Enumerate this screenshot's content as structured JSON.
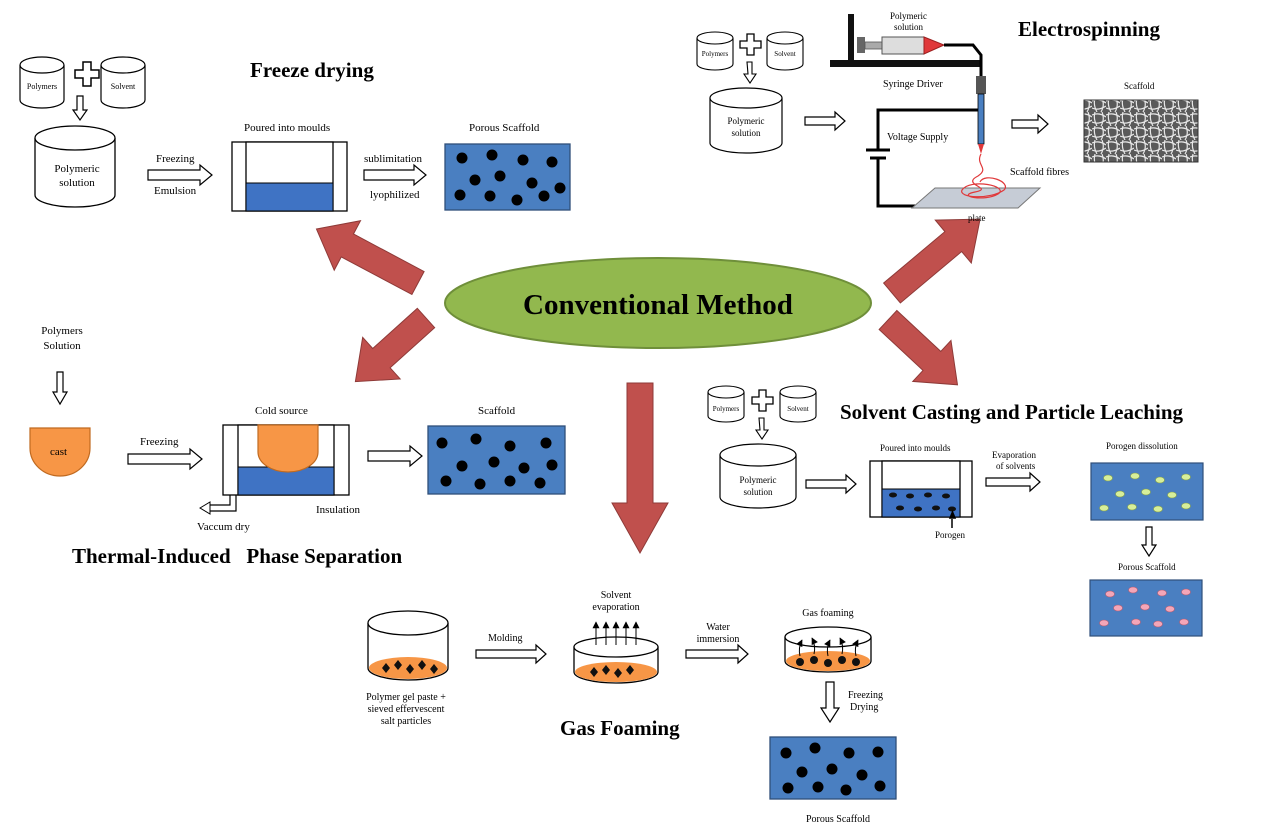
{
  "title": "Conventional Method",
  "colors": {
    "ellipse_fill": "#92b84e",
    "big_arrow": "#c0504d",
    "scaffold_blue": "#4a7fc1",
    "liquid_blue": "#3f73c4",
    "orange": "#f79646",
    "porogen_green": "#d7ef9a",
    "porogen_pink": "#f4a6b8",
    "fibre_red": "#e0383a"
  },
  "freeze_drying": {
    "heading": "Freeze drying",
    "polymers": "Polymers",
    "solvent": "Solvent",
    "solution_line1": "Polymeric",
    "solution_line2": "solution",
    "freezing": "Freezing",
    "emulsion": "Emulsion",
    "moulds": "Poured into moulds",
    "sublimation": "sublimitation",
    "lyophilized": "lyophilized",
    "scaffold": "Porous Scaffold"
  },
  "electrospinning": {
    "heading": "Electrospinning",
    "polymers": "Polymers",
    "solvent": "Solvent",
    "solution_line1": "Polymeric",
    "solution_line2": "solution",
    "syringe_label_line1": "Polymeric",
    "syringe_label_line2": "solution",
    "syringe_driver": "Syringe Driver",
    "voltage": "Voltage Supply",
    "fibres": "Scaffold fibres",
    "plate": "plate",
    "scaffold": "Scaffold"
  },
  "tips": {
    "polymers_line1": "Polymers",
    "polymers_line2": "Solution",
    "cast": "cast",
    "freezing": "Freezing",
    "cold_source": "Cold source",
    "vaccum": "Vaccum dry",
    "insulation": "Insulation",
    "scaffold": "Scaffold",
    "heading": "Thermal-Induced   Phase Separation"
  },
  "solvent_casting": {
    "heading": "Solvent Casting and Particle Leaching",
    "polymers": "Polymers",
    "solvent": "Solvent",
    "solution_line1": "Polymeric",
    "solution_line2": "solution",
    "moulds": "Poured into moulds",
    "evaporation_line1": "Evaporation",
    "evaporation_line2": "of solvents",
    "porogen": "Porogen",
    "dissolution": "Porogen dissolution",
    "scaffold": "Porous Scaffold"
  },
  "gas_foaming": {
    "heading": "Gas Foaming",
    "paste_line1": "Polymer gel paste +",
    "paste_line2": "sieved effervescent",
    "paste_line3": "salt particles",
    "molding": "Molding",
    "evap_line1": "Solvent",
    "evap_line2": "evaporation",
    "water_line1": "Water",
    "water_line2": "immersion",
    "gas_foaming_label": "Gas foaming",
    "freezing": "Freezing",
    "drying": "Drying",
    "scaffold": "Porous Scaffold"
  }
}
